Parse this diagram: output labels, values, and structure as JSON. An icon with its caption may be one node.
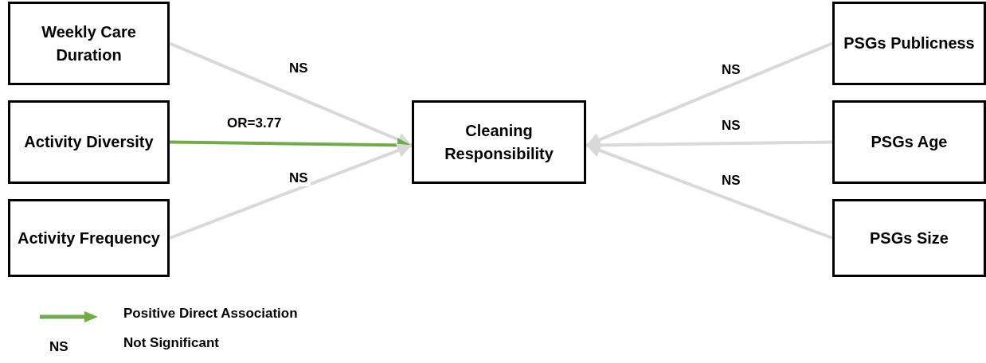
{
  "diagram": {
    "nodes": [
      {
        "text": [
          "Weekly Care Duration"
        ]
      },
      {
        "text": [
          "Activity Diversity"
        ]
      },
      {
        "text": [
          "Activity Frequency"
        ]
      },
      {
        "text": [
          "Cleaning Responsibility"
        ]
      },
      {
        "text": [
          "PSGs Publicness"
        ]
      },
      {
        "text": [
          "PSGs Age"
        ]
      },
      {
        "text": [
          "PSGs Size"
        ]
      }
    ],
    "edges": [
      {
        "from": 0,
        "to": 3,
        "arrow": "to",
        "label": "NS"
      },
      {
        "from": 1,
        "to": 3,
        "arrow": "to",
        "label": "OR=3.77",
        "color": "#70ad47"
      },
      {
        "from": 2,
        "to": 3,
        "arrow": "to",
        "label": "NS"
      },
      {
        "from": 4,
        "to": 3,
        "arrow": "to",
        "label": "NS"
      },
      {
        "from": 5,
        "to": 3,
        "arrow": "to",
        "label": "NS"
      },
      {
        "from": 6,
        "to": 3,
        "arrow": "to",
        "label": "NS"
      }
    ],
    "labels": [
      "NS"
    ],
    "legend": [
      {
        "text": "Positive Direct Association"
      },
      {
        "text": "Not Significant"
      }
    ]
  }
}
